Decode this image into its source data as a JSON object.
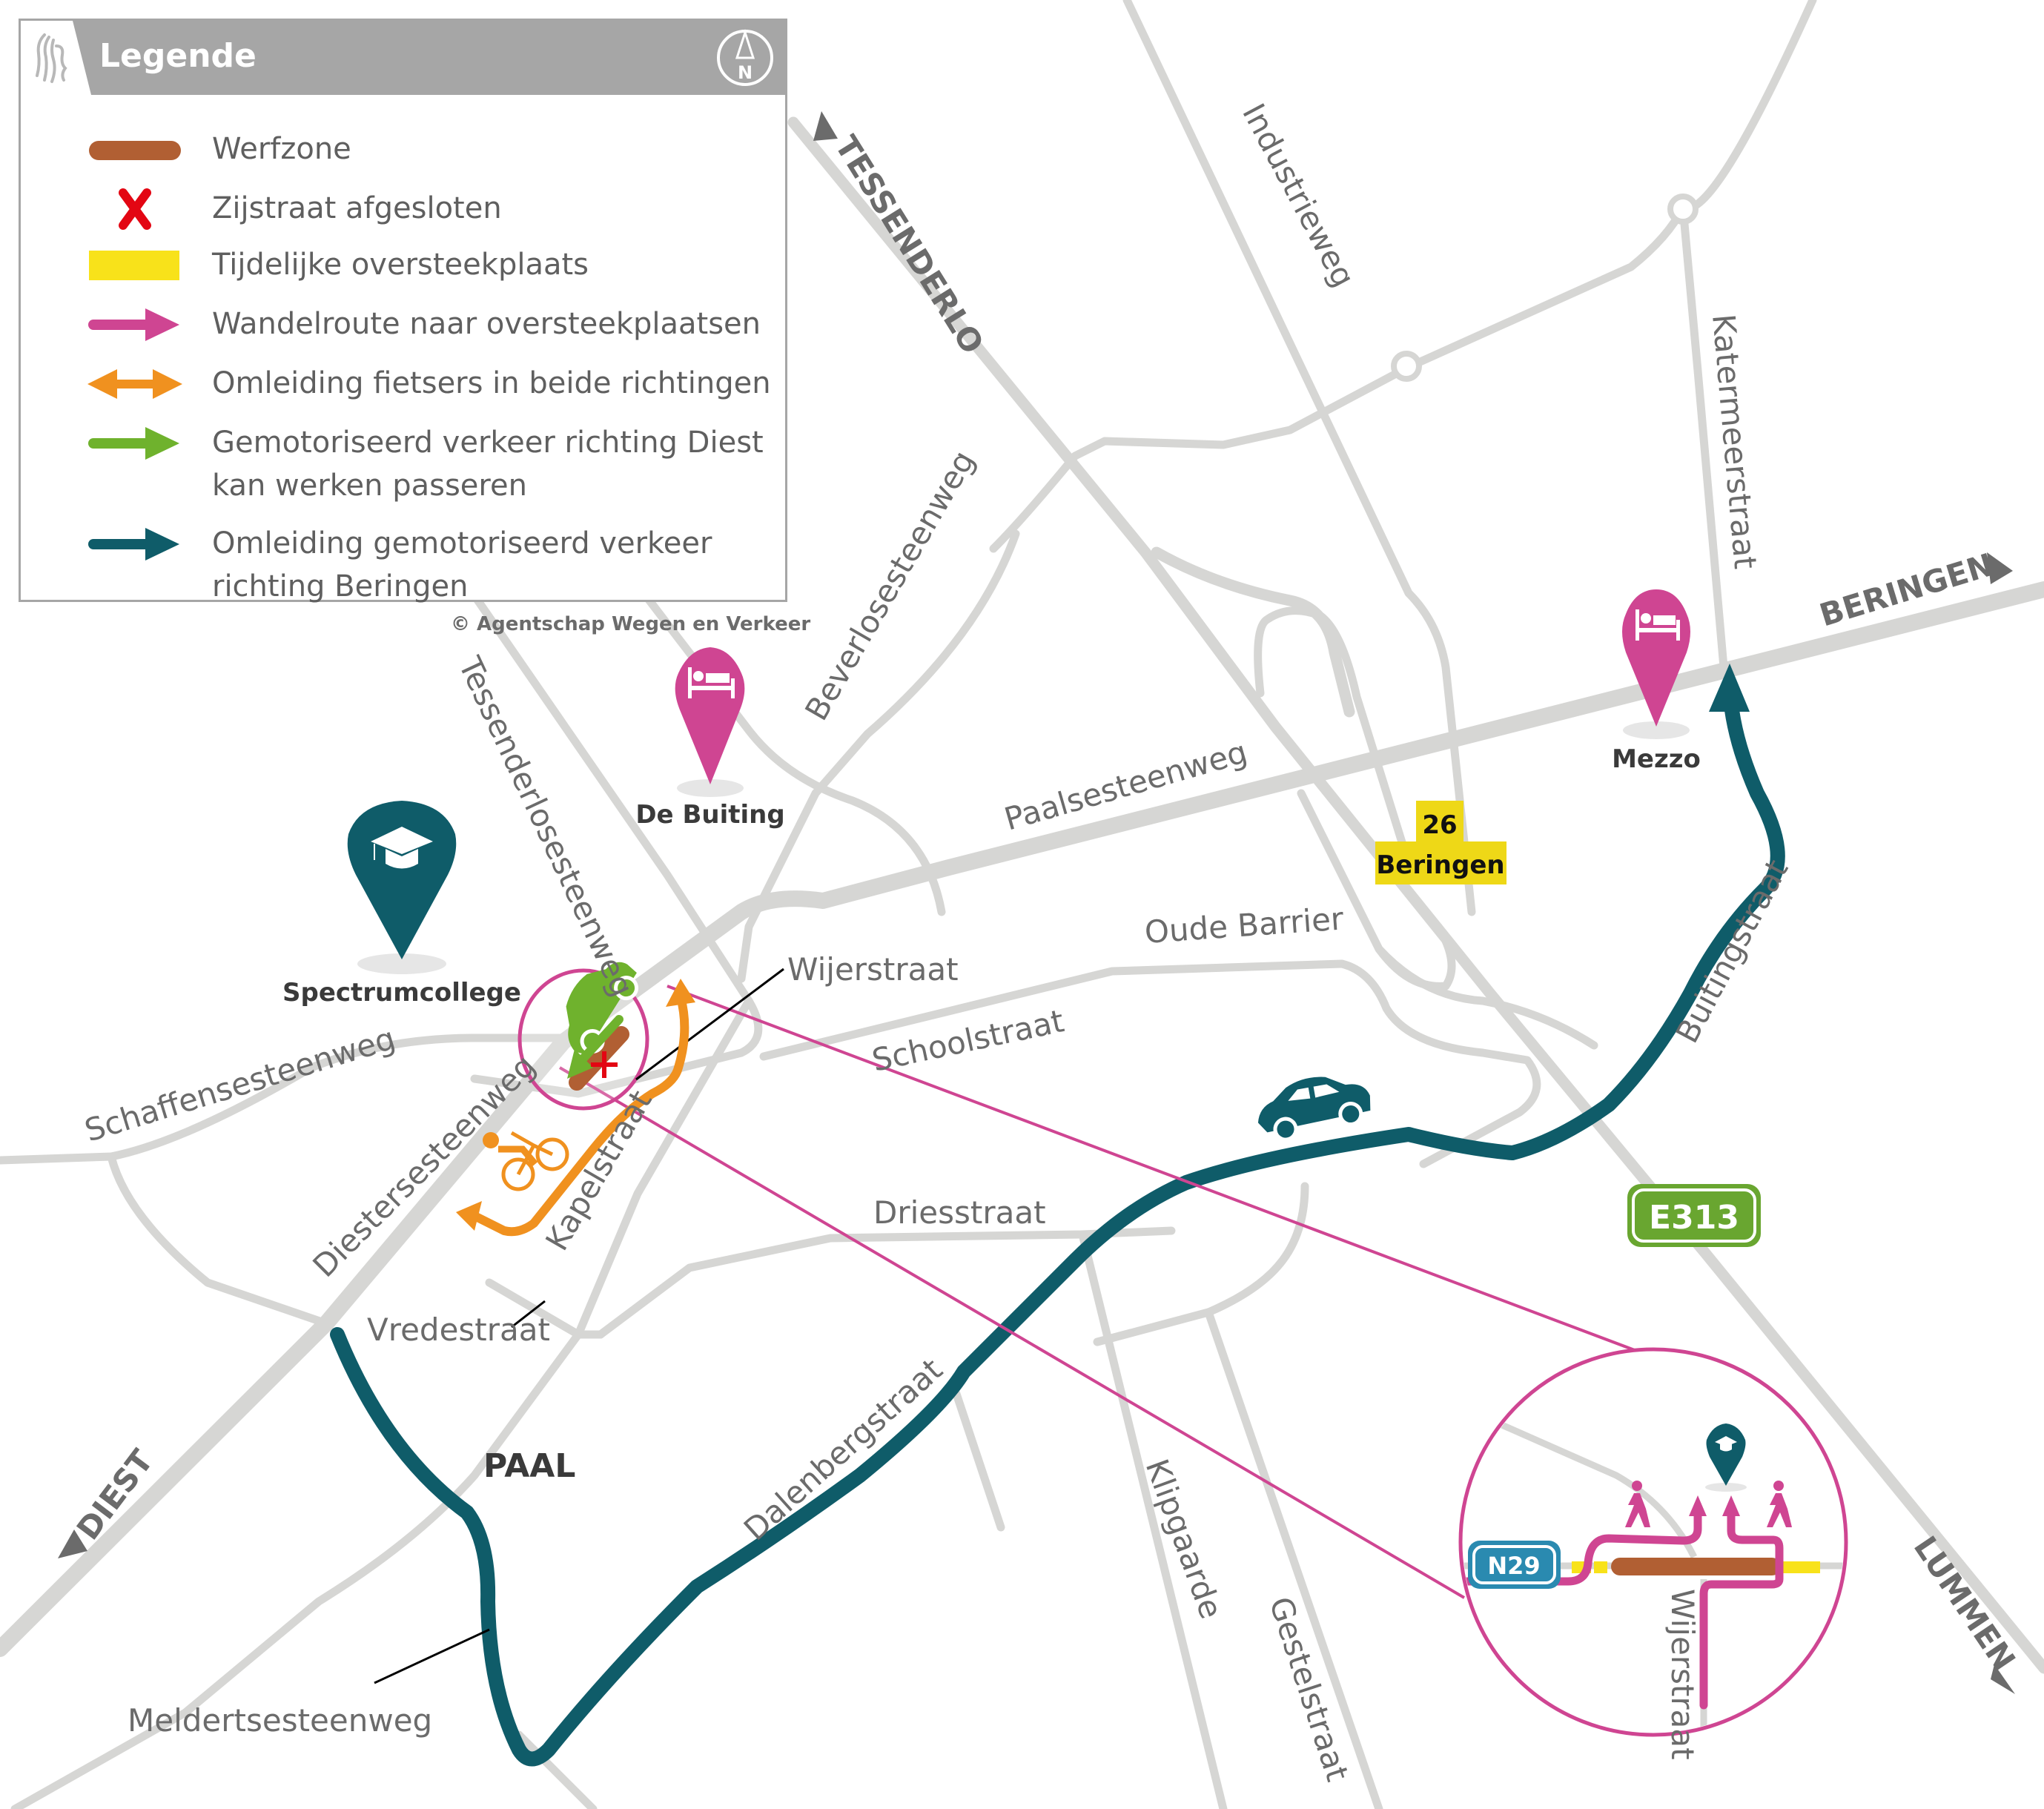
{
  "legend": {
    "title": "Legende",
    "north_label": "N",
    "items": [
      {
        "label": "Werfzone",
        "symbol": "brown-bar",
        "color": "#b15f33"
      },
      {
        "label": "Zijstraat afgesloten",
        "symbol": "red-cross",
        "color": "#e30613"
      },
      {
        "label": "Tijdelijke oversteekplaats",
        "symbol": "yellow-bar",
        "color": "#f8e21a"
      },
      {
        "label": "Wandelroute naar oversteekplaatsen",
        "symbol": "arrow-right",
        "color": "#cf4592"
      },
      {
        "label": "Omleiding fietsers in beide richtingen",
        "symbol": "double-arrow",
        "color": "#f0911f"
      },
      {
        "label_line1": "Gemotoriseerd verkeer richting Diest",
        "label_line2": "kan werken passeren",
        "symbol": "arrow-right",
        "color": "#6fb22d"
      },
      {
        "label_line1": "Omleiding gemotoriseerd verkeer",
        "label_line2": "richting Beringen",
        "symbol": "arrow-right",
        "color": "#0f5c69"
      }
    ],
    "copyright": "© Agentschap Wegen en Verkeer"
  },
  "directions": {
    "tessenderlo": "TESSENDERLO",
    "beringen": "BERINGEN",
    "diest": "DIEST",
    "lummen": "LUMMEN"
  },
  "streets": {
    "industrieweg": "Industrieweg",
    "katermeerstraat": "Katermeerstraat",
    "beverlosesteenweg": "Beverlosesteenweg",
    "tessenderlosesteenweg": "Tessenderlosesteenweg",
    "paalsesteenweg": "Paalsesteenweg",
    "oude_barrier": "Oude Barrier",
    "wijerstraat": "Wijerstraat",
    "schoolstraat": "Schoolstraat",
    "schaffensesteenweg": "Schaffensesteenweg",
    "diestersesteenweg": "Diestersesteenweg",
    "kapelstraat": "Kapelstraat",
    "driesstraat": "Driesstraat",
    "vredestraat": "Vredestraat",
    "buitingstraat": "Buitingstraat",
    "dalenbergstraat": "Dalenbergstraat",
    "klipgaarde": "Klipgaarde",
    "gestelstraat": "Gestelstraat",
    "meldertsesteenweg": "Meldertsesteenweg"
  },
  "pois": {
    "de_buiting": "De Buiting",
    "mezzo": "Mezzo",
    "spectrumcollege": "Spectrumcollege"
  },
  "town": "PAAL",
  "exit_sign": {
    "number": "26",
    "name": "Beringen",
    "color": "#eed817"
  },
  "highway_sign": {
    "label": "E313",
    "color": "#69a630"
  },
  "inset": {
    "road_sign": "N29",
    "road_sign_color": "#2a8ab0",
    "street_label": "Wijerstraat"
  },
  "colors": {
    "road": "#d6d6d4",
    "werfzone": "#b15f33",
    "pedestrian": "#cf4592",
    "cyclist": "#f0911f",
    "car_to_diest": "#6fb22d",
    "detour": "#0f5c69",
    "closed": "#e30613",
    "crossing": "#f8e21a"
  }
}
